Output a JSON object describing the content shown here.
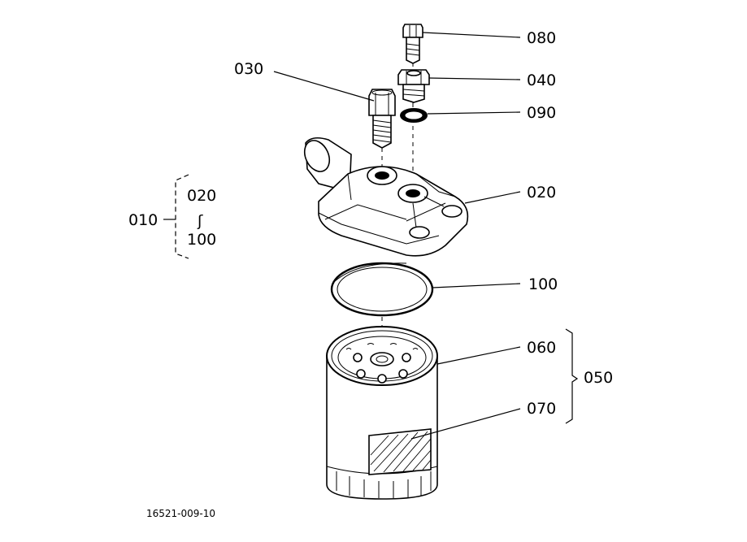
{
  "callouts": {
    "p080": "080",
    "p040": "040",
    "p090": "090",
    "p030": "030",
    "p020": "020",
    "p100": "100",
    "p060": "060",
    "p070": "070",
    "p050": "050",
    "p010": "010"
  },
  "group_010": {
    "start": "020",
    "range_mark": "ʃ",
    "end": "100"
  },
  "figure_id": "16521-009-10"
}
